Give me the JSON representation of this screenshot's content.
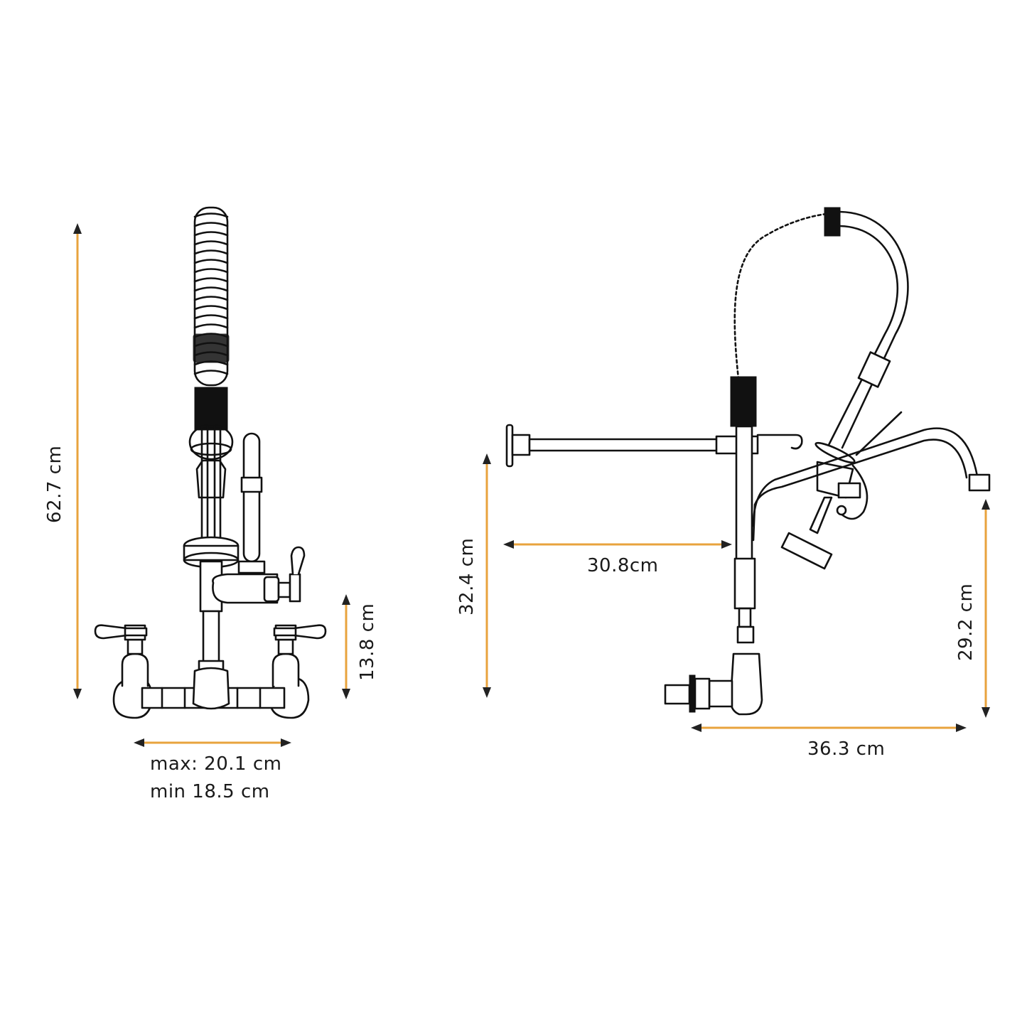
{
  "diagram": {
    "subject": "wall-mounted pre-rinse faucet with spring spray unit and add-on swing spout",
    "colors": {
      "dimension_line": "#e8a33d",
      "arrowhead": "#222222",
      "outline": "#111111",
      "background": "#ffffff"
    },
    "front_view": {
      "dimensions": {
        "total_height": "62.7 cm",
        "inlet_to_valve_height": "13.8 cm",
        "inlet_spacing_max": "max: 20.1 cm",
        "inlet_spacing_min": "min 18.5 cm"
      }
    },
    "side_view": {
      "dimensions": {
        "wall_bracket_height": "32.4 cm",
        "wall_bracket_projection": "30.8cm",
        "spout_outlet_height": "29.2 cm",
        "total_projection": "36.3 cm"
      }
    }
  }
}
